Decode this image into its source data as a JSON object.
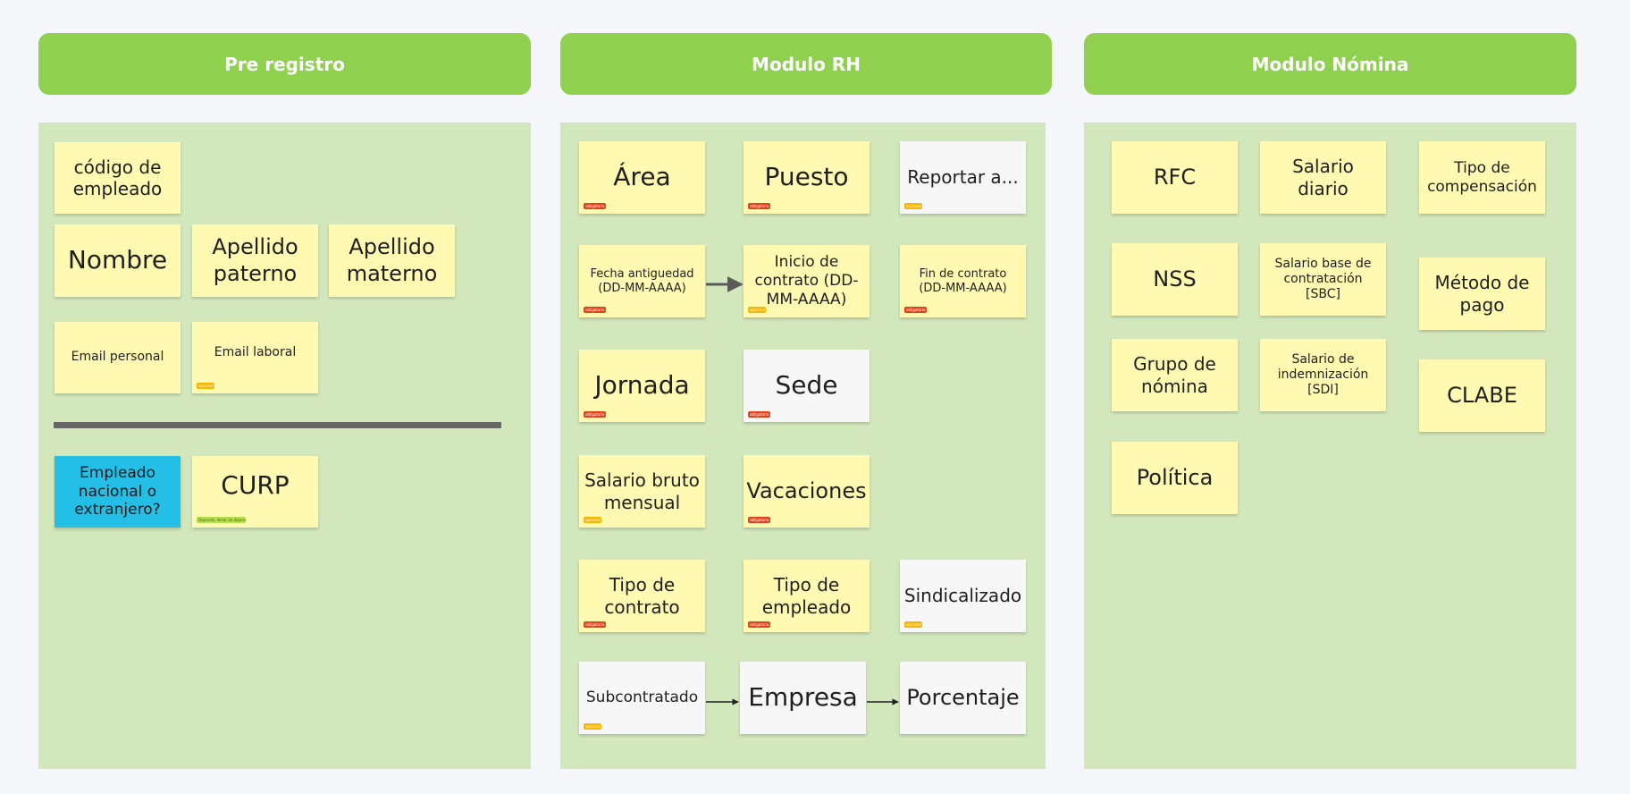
{
  "columns": [
    {
      "id": "pre-registro",
      "title": "Pre registro"
    },
    {
      "id": "modulo-rh",
      "title": "Modulo RH"
    },
    {
      "id": "modulo-nomina",
      "title": "Modulo Nómina"
    }
  ],
  "tags": {
    "obligatorio": "obligatorio",
    "opcional": "opcional",
    "depends": "Depende, llenar de dependien..."
  },
  "pre_registro": {
    "codigo": "código de empleado",
    "nombre": "Nombre",
    "apellido_paterno": "Apellido paterno",
    "apellido_materno": "Apellido materno",
    "email_personal": "Email personal",
    "email_laboral": "Email laboral",
    "empleado_nacional": "Empleado nacional o extranjero?",
    "curp": "CURP"
  },
  "modulo_rh": {
    "area": "Área",
    "puesto": "Puesto",
    "reportar": "Reportar a...",
    "fecha_antiguedad": "Fecha antiguedad (DD-MM-AAAA)",
    "inicio_contrato": "Inicio de contrato (DD-MM-AAAA)",
    "fin_contrato": "Fin de contrato (DD-MM-AAAA)",
    "jornada": "Jornada",
    "sede": "Sede",
    "salario_bruto": "Salario bruto mensual",
    "vacaciones": "Vacaciones",
    "tipo_contrato": "Tipo de contrato",
    "tipo_empleado": "Tipo de empleado",
    "sindicalizado": "Sindicalizado",
    "subcontratado": "Subcontratado",
    "empresa": "Empresa",
    "porcentaje": "Porcentaje"
  },
  "modulo_nomina": {
    "rfc": "RFC",
    "salario_diario": "Salario diario",
    "tipo_compensacion": "Tipo de compensación",
    "nss": "NSS",
    "salario_base": "Salario base de contratación [SBC]",
    "metodo_pago": "Método de pago",
    "grupo_nomina": "Grupo de nómina",
    "salario_indemnizacion": "Salario  de indemnización [SDI]",
    "clabe": "CLABE",
    "politica": "Política"
  },
  "colors": {
    "header_green": "#8fd14f",
    "column_bg": "#d2e7bb",
    "sticky_yellow": "#fff9b1",
    "sticky_white": "#f7f7f7",
    "sticky_blue": "#23bfe7",
    "tag_required": "#e2421b",
    "tag_optional": "#f7b500",
    "tag_depends": "#b5de4c"
  }
}
